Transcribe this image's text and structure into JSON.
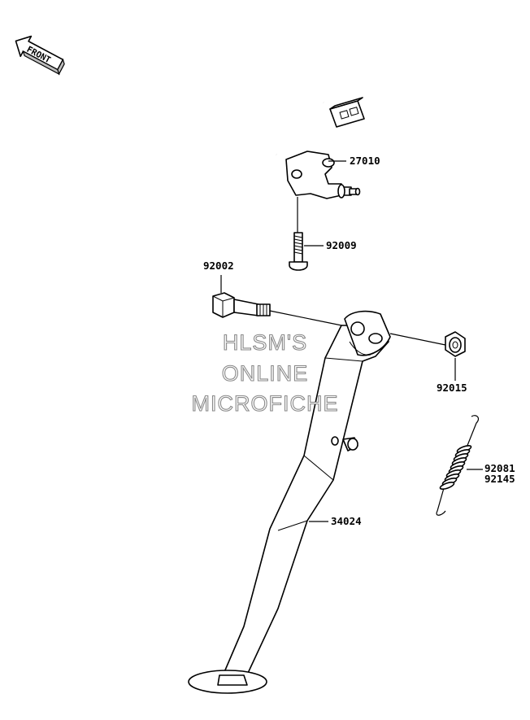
{
  "direction_badge": {
    "label": "FRONT"
  },
  "watermark": {
    "lines": [
      "HLSM'S",
      "ONLINE",
      "MICROFICHE"
    ]
  },
  "parts": [
    {
      "id": "27010",
      "label": "27010"
    },
    {
      "id": "92009",
      "label": "92009"
    },
    {
      "id": "92002",
      "label": "92002"
    },
    {
      "id": "92015",
      "label": "92015"
    },
    {
      "id": "92081",
      "label": "92081"
    },
    {
      "id": "92145",
      "label": "92145"
    },
    {
      "id": "34024",
      "label": "34024"
    }
  ]
}
